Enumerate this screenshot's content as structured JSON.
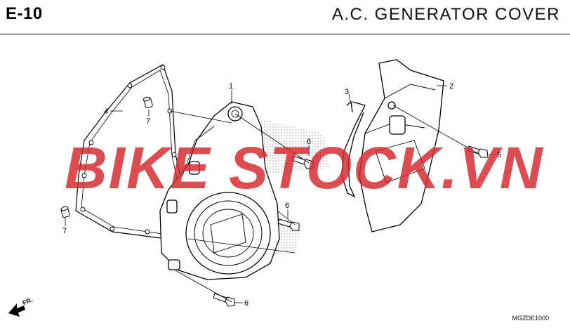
{
  "header": {
    "code": "E-10",
    "title": "A.C.  GENERATOR  COVER"
  },
  "figure_id": "MGZDE1000",
  "front_marker": "FR.",
  "watermark": "BIKE STOCK.VN",
  "callouts": {
    "c1": "1",
    "c2": "2",
    "c3": "3",
    "c4": "4",
    "c5": "5",
    "c6a": "6",
    "c6b": "6",
    "c6c": "6",
    "c7a": "7",
    "c7b": "7"
  }
}
